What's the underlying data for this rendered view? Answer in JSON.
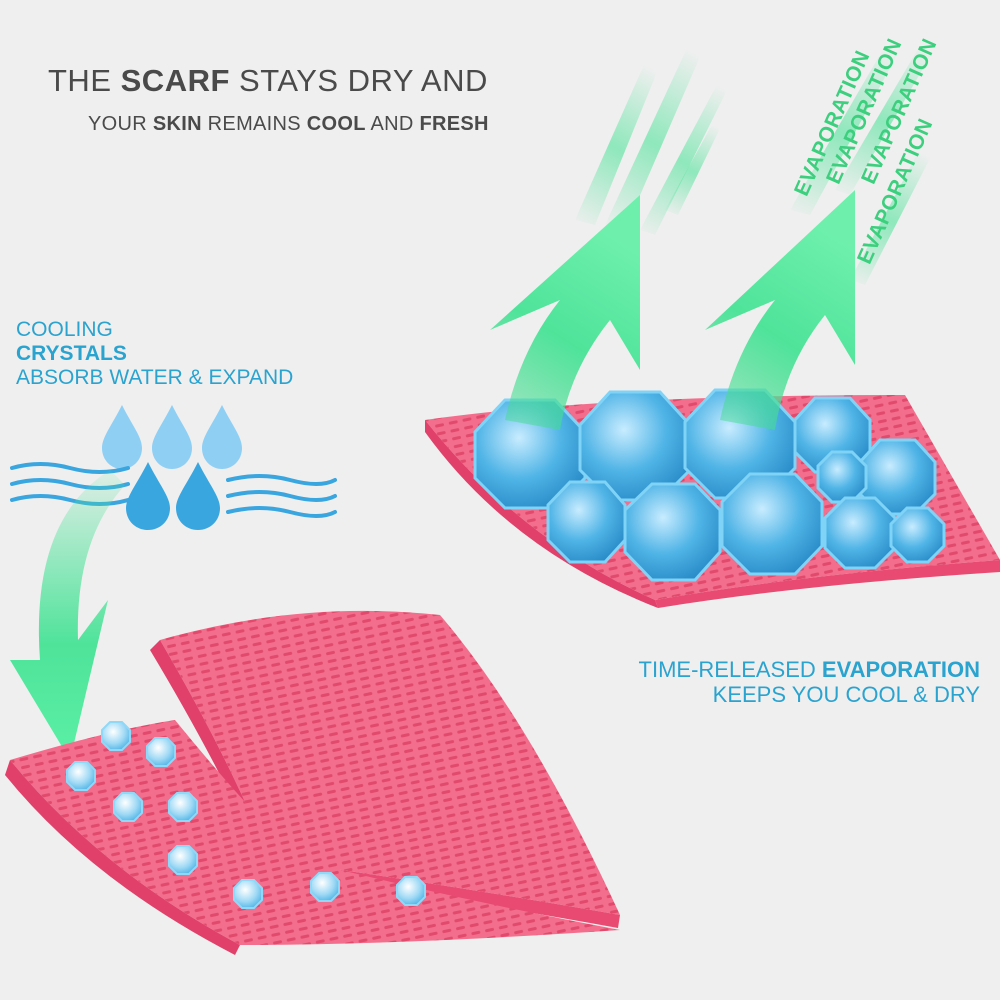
{
  "title": {
    "line1": {
      "pre": "THE ",
      "bold": "SCARF",
      "post": " STAYS DRY AND"
    },
    "line2": {
      "pre": "YOUR ",
      "b1": "SKIN",
      "mid1": " REMAINS ",
      "b2": "COOL",
      "mid2": " AND ",
      "b3": "FRESH"
    }
  },
  "cooling": {
    "line1": "COOLING",
    "line2": "CRYSTALS",
    "line3": "ABSORB WATER & EXPAND"
  },
  "release": {
    "pre": "TIME-RELEASED ",
    "bold": "EVAPORATION",
    "line2": "KEEPS YOU COOL & DRY"
  },
  "evaporation_labels": [
    "EVAPORATION",
    "EVAPORATION",
    "EVAPORATION",
    "EVAPORATION"
  ],
  "colors": {
    "background": "#efefef",
    "title_text": "#4a4a4a",
    "accent_blue": "#2aa3cf",
    "evap_green": "#3ccf7d",
    "fabric_pink": "#f2577a",
    "fabric_edge": "#e0406a",
    "crystal_blue": "#4fb4e6",
    "water_drop": "#5bb8ea",
    "arrow_green": "#4fe39a"
  }
}
